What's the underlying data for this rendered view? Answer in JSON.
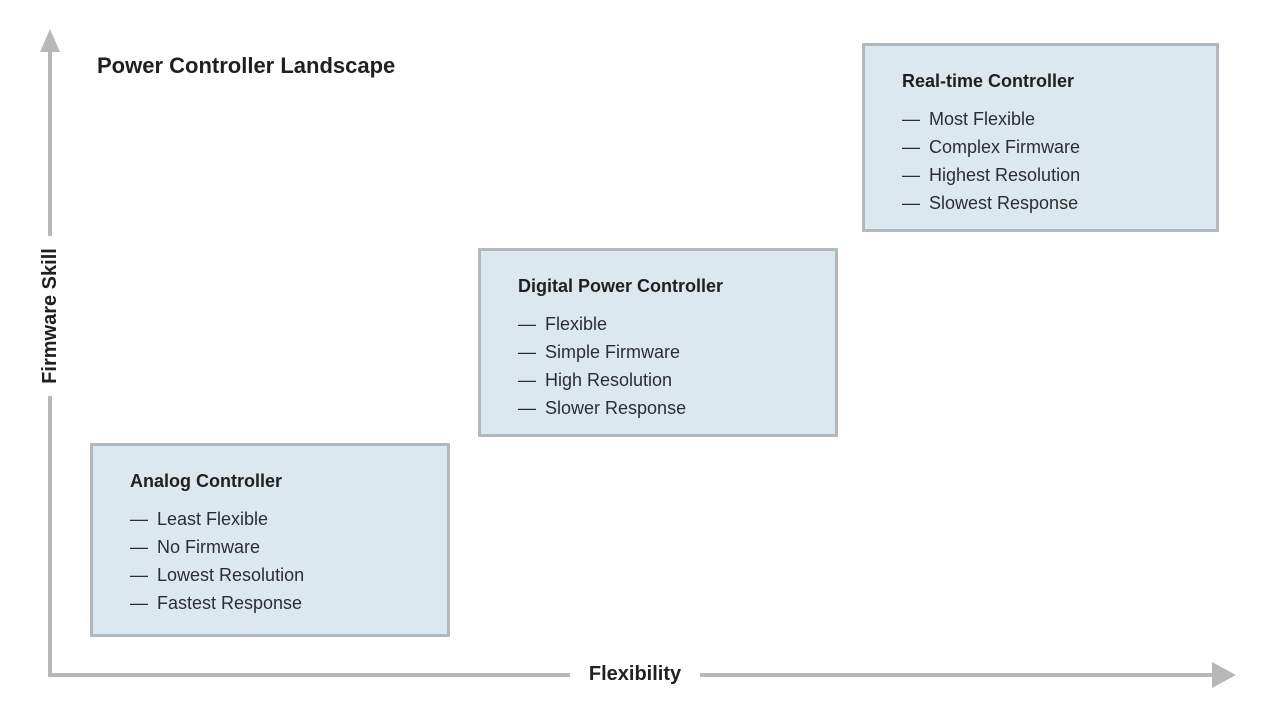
{
  "diagram": {
    "title": "Power Controller Landscape",
    "x_axis_label": "Flexibility",
    "y_axis_label": "Firmware Skill",
    "bullet": "—",
    "boxes": [
      {
        "title": "Analog Controller",
        "items": [
          "Least Flexible",
          "No Firmware",
          "Lowest Resolution",
          "Fastest Response"
        ]
      },
      {
        "title": "Digital Power Controller",
        "items": [
          "Flexible",
          "Simple Firmware",
          "High Resolution",
          "Slower Response"
        ]
      },
      {
        "title": "Real-time Controller",
        "items": [
          "Most Flexible",
          "Complex Firmware",
          "Highest Resolution",
          "Slowest Response"
        ]
      }
    ],
    "colors": {
      "box_fill": "#dce8ef",
      "box_border": "#b2b8bb",
      "axis": "#b8b8b8",
      "title_text": "#202020",
      "item_text": "#2b2e30"
    }
  }
}
